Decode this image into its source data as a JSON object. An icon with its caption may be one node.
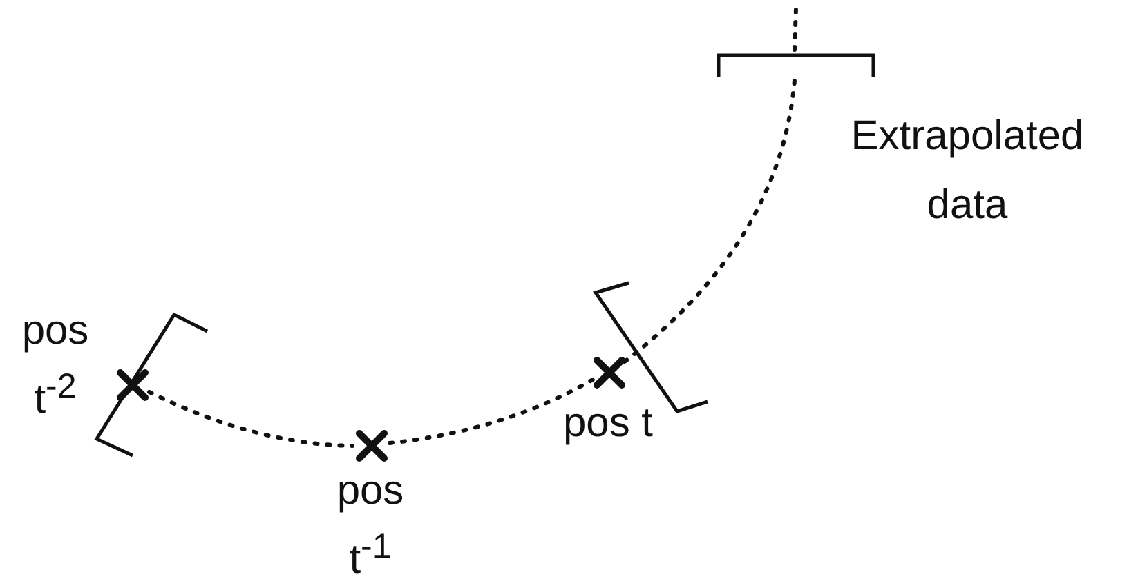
{
  "diagram": {
    "nodes": [
      {
        "text": [],
        "shape": "cross",
        "beside": [
          "pos t$^{-2}$"
        ]
      },
      {
        "text": [],
        "shape": "cross",
        "beside": [
          "pos t$^{-1}$"
        ]
      },
      {
        "text": [],
        "shape": "cross",
        "beside": [
          "pos t"
        ]
      },
      {
        "text": [],
        "shape": "bracket",
        "beside": [
          "Extrapolated data"
        ]
      }
    ],
    "edges": [
      {
        "from": 0,
        "to": 1,
        "arrow": "none",
        "style": "dashed"
      },
      {
        "from": 1,
        "to": 2,
        "arrow": "none",
        "style": "dashed"
      },
      {
        "from": 2,
        "to": 3,
        "arrow": "none",
        "style": "dashed"
      }
    ]
  }
}
